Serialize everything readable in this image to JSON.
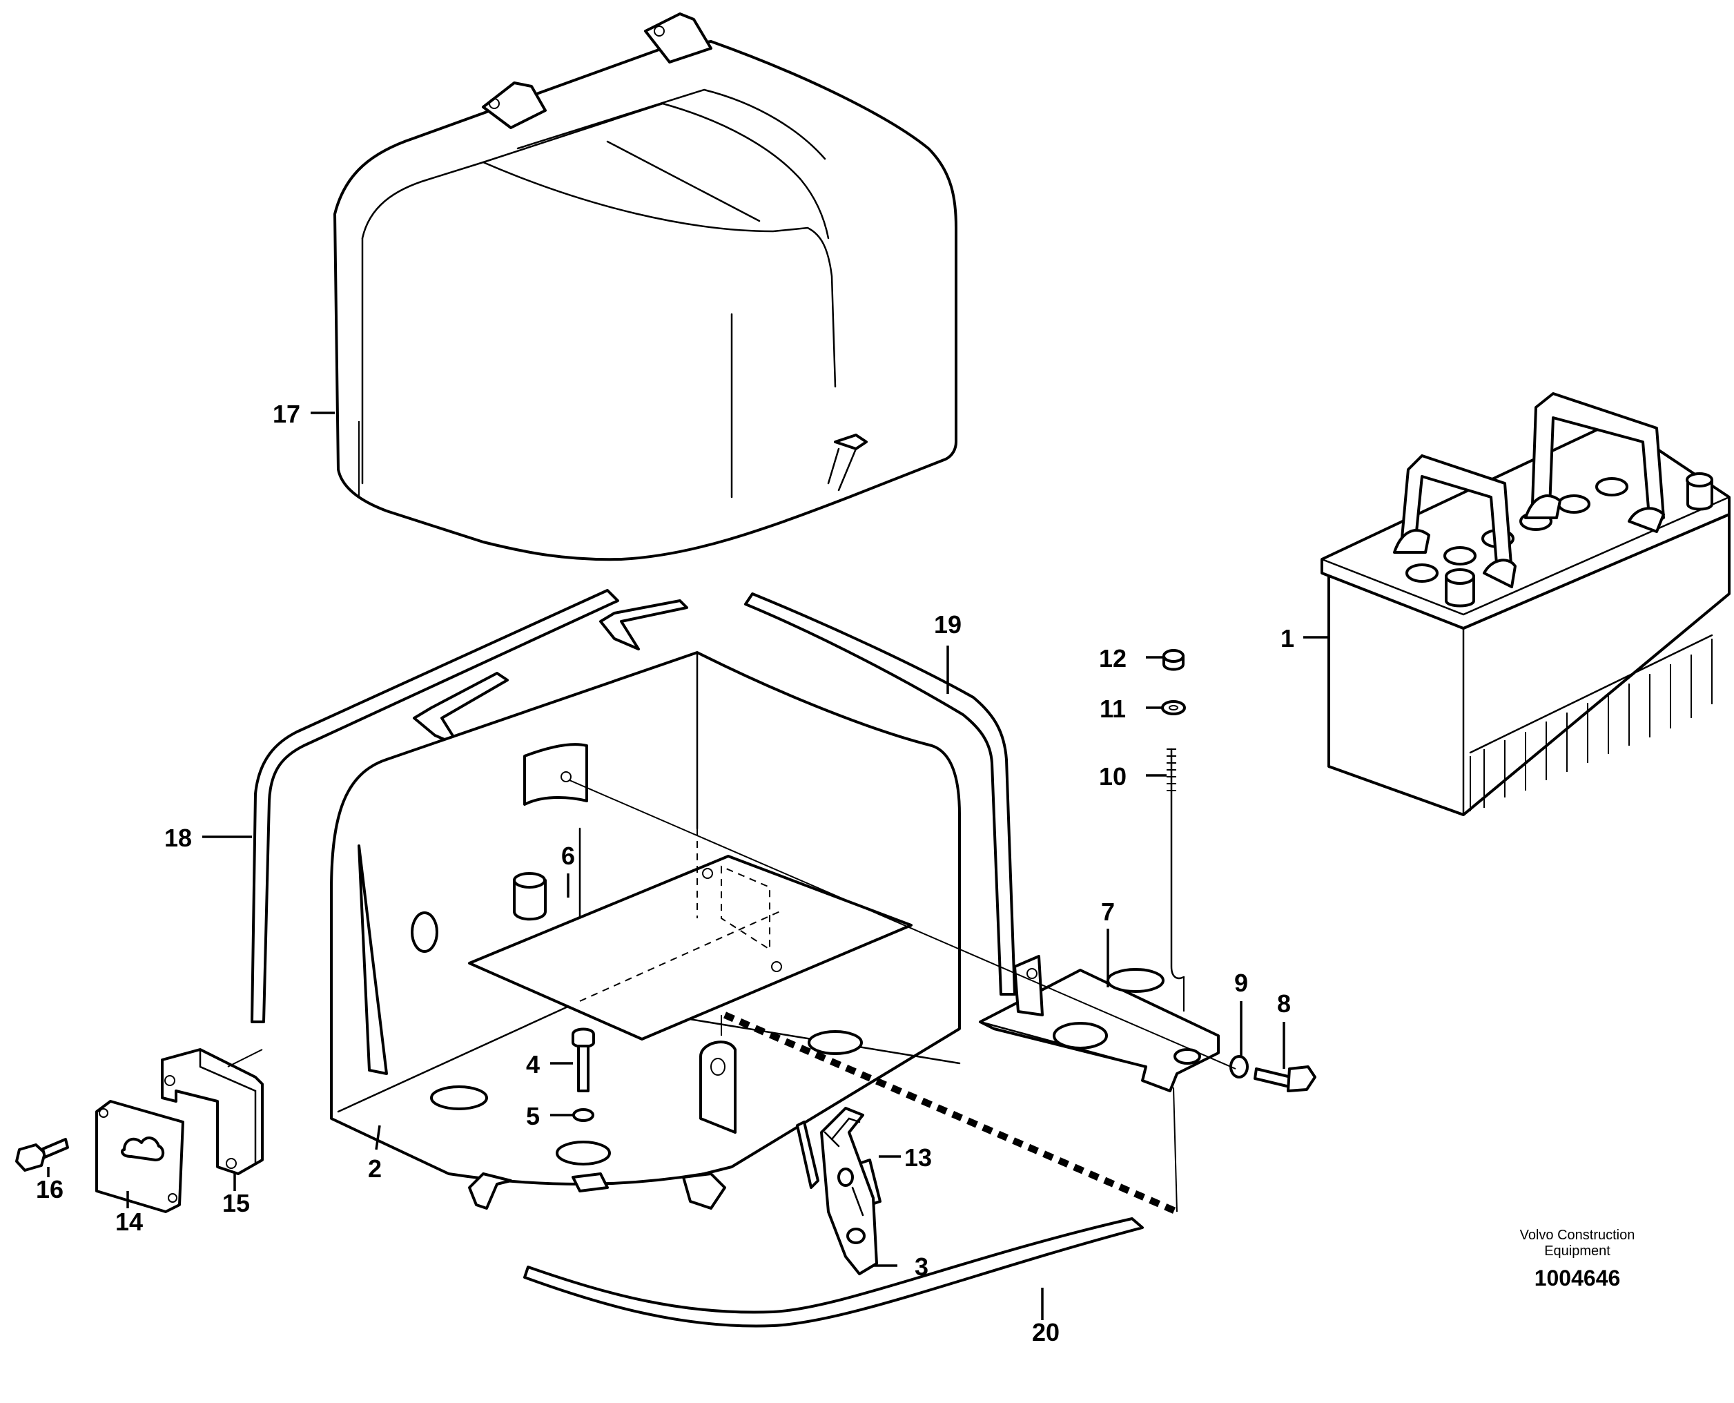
{
  "callouts": [
    {
      "id": "1",
      "label": "1"
    },
    {
      "id": "2",
      "label": "2"
    },
    {
      "id": "3",
      "label": "3"
    },
    {
      "id": "4",
      "label": "4"
    },
    {
      "id": "5",
      "label": "5"
    },
    {
      "id": "6",
      "label": "6"
    },
    {
      "id": "7",
      "label": "7"
    },
    {
      "id": "8",
      "label": "8"
    },
    {
      "id": "9",
      "label": "9"
    },
    {
      "id": "10",
      "label": "10"
    },
    {
      "id": "11",
      "label": "11"
    },
    {
      "id": "12",
      "label": "12"
    },
    {
      "id": "13",
      "label": "13"
    },
    {
      "id": "14",
      "label": "14"
    },
    {
      "id": "15",
      "label": "15"
    },
    {
      "id": "16",
      "label": "16"
    },
    {
      "id": "17",
      "label": "17"
    },
    {
      "id": "18",
      "label": "18"
    },
    {
      "id": "19",
      "label": "19"
    },
    {
      "id": "20",
      "label": "20"
    }
  ],
  "caption": {
    "line1": "Volvo Construction",
    "line2": "Equipment",
    "number": "1004646"
  },
  "colors": {
    "ink": "#000000",
    "paper": "#ffffff"
  }
}
